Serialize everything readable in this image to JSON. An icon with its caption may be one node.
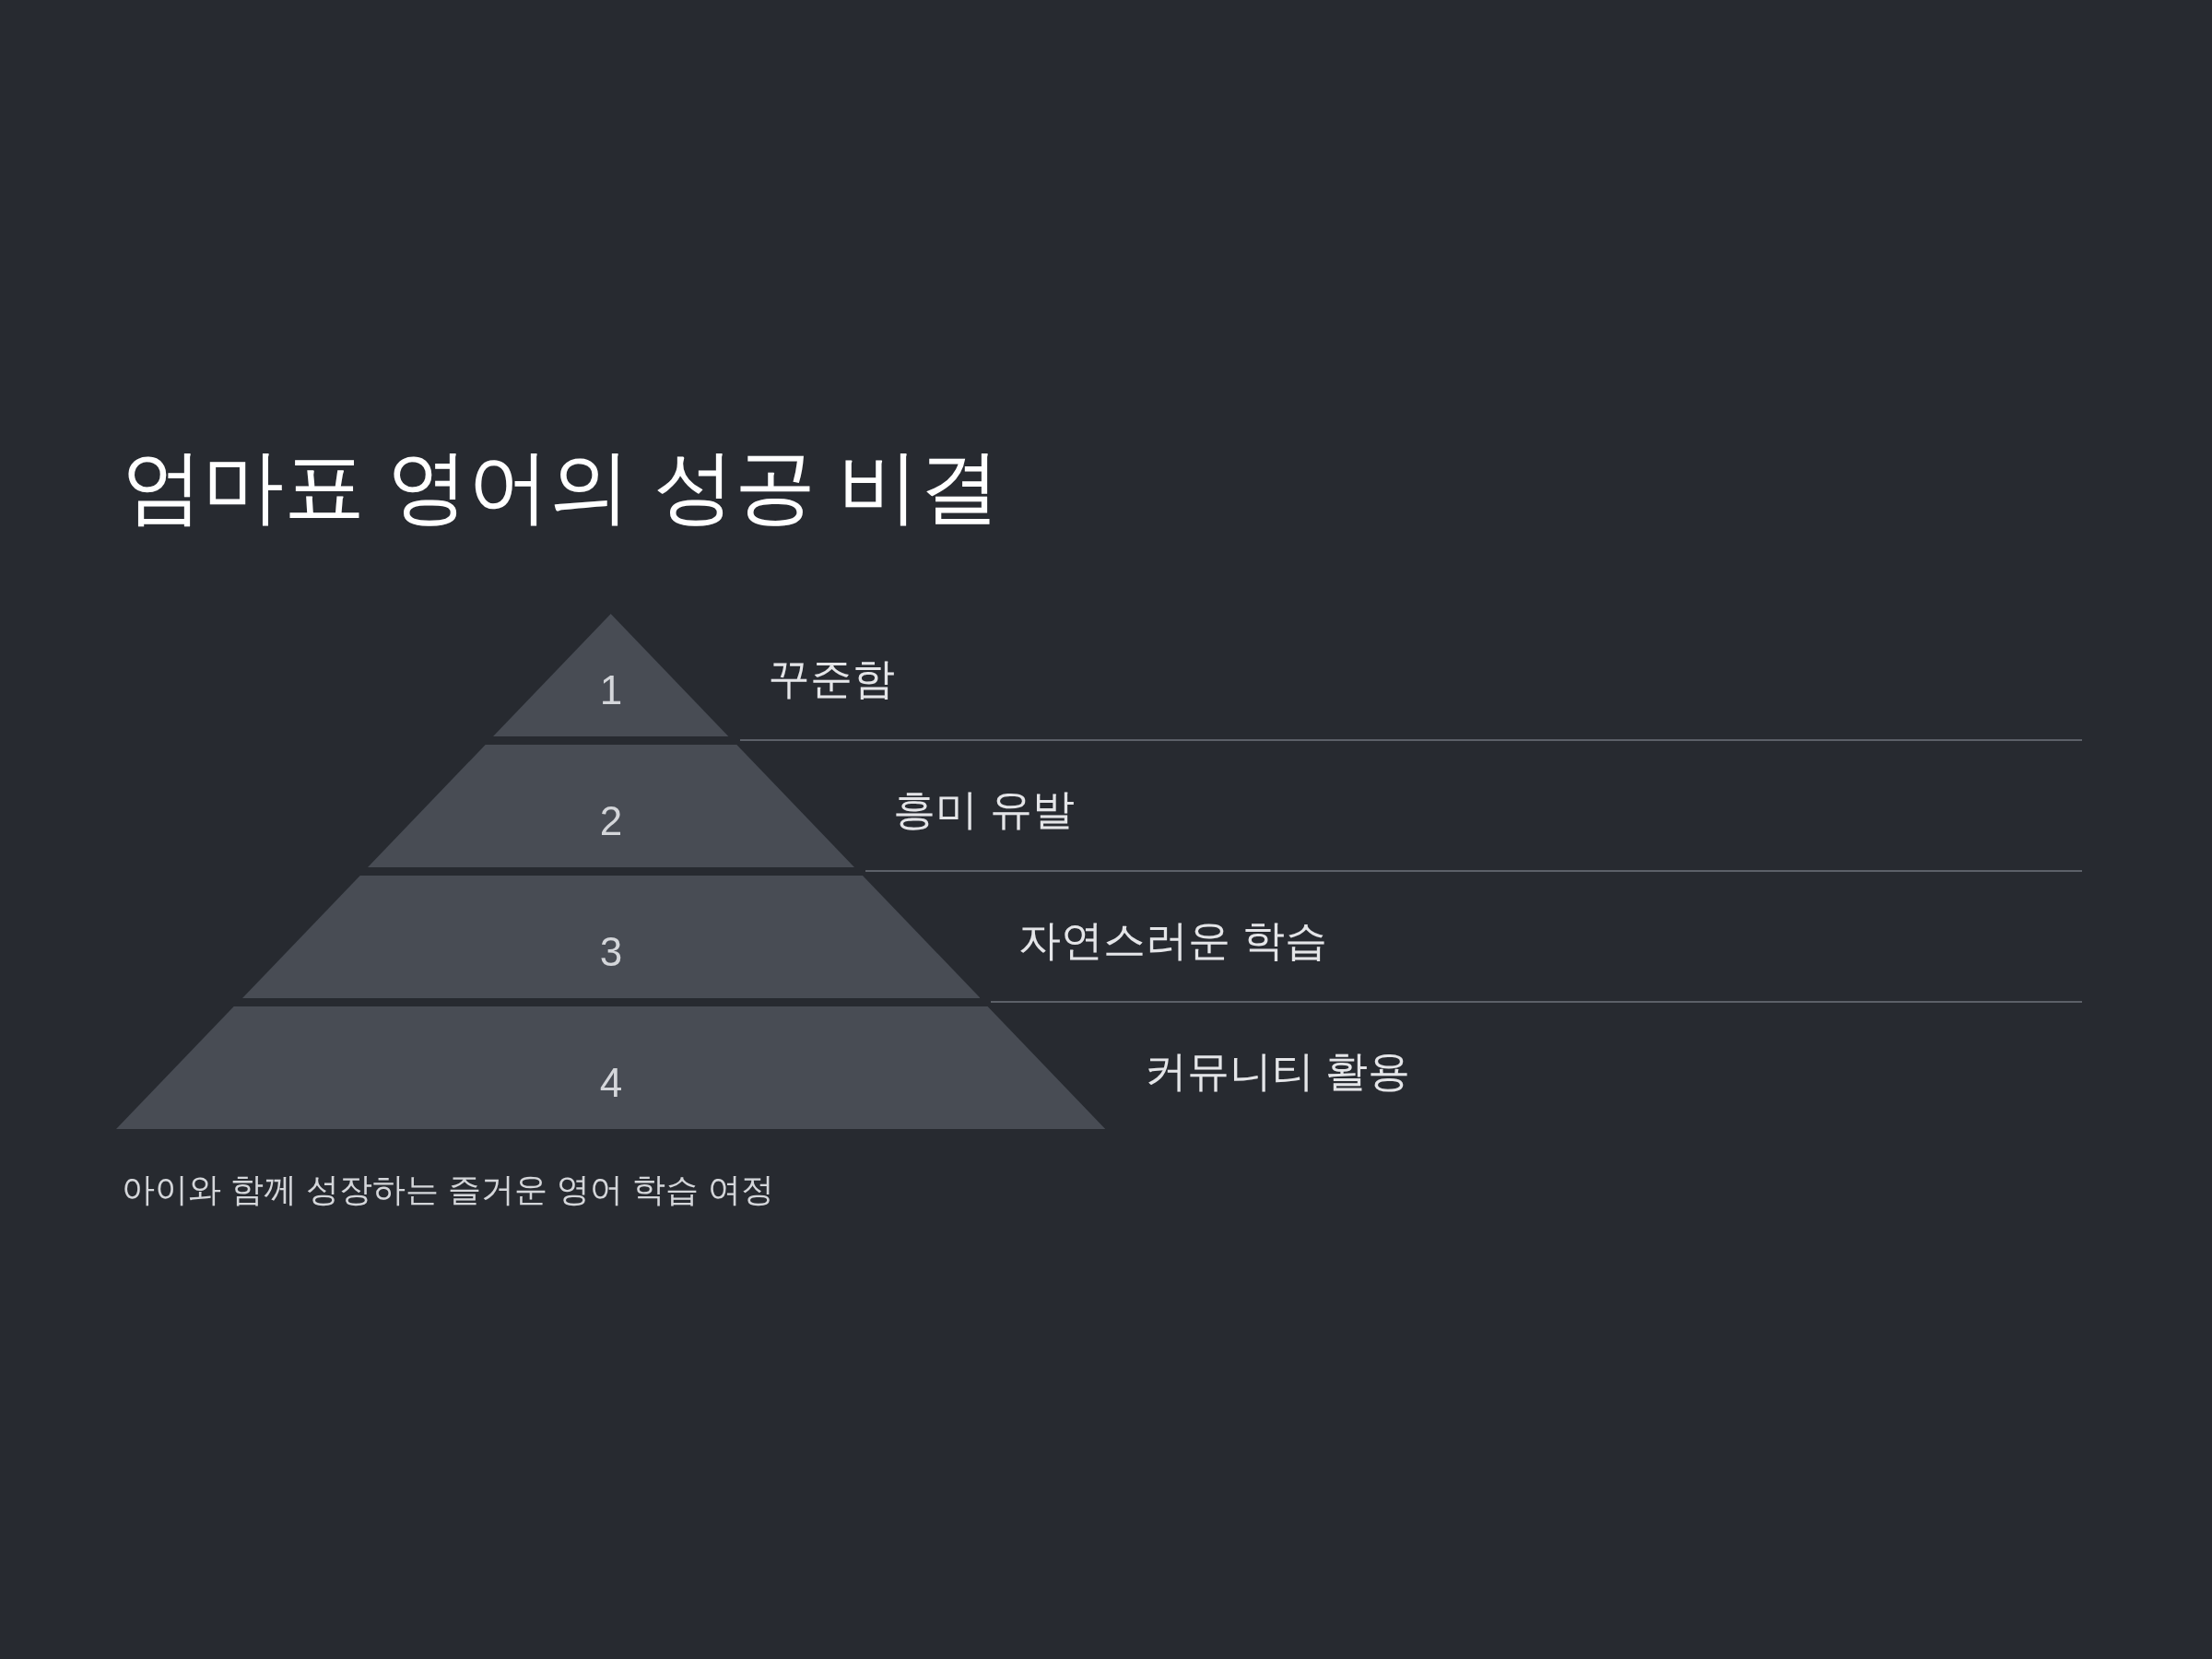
{
  "diagram": {
    "title": "엄마표 영어의 성공 비결",
    "caption": "아이와 함께 성장하는 즐거운 영어 학습 여정",
    "nodes": [
      {
        "text": [
          "1"
        ],
        "beside": [
          "꾸준함"
        ]
      },
      {
        "text": [
          "2"
        ],
        "beside": [
          "흥미 유발"
        ]
      },
      {
        "text": [
          "3"
        ],
        "beside": [
          "자연스러운 학습"
        ]
      },
      {
        "text": [
          "4"
        ],
        "beside": [
          "커뮤니티 활용"
        ]
      }
    ]
  }
}
